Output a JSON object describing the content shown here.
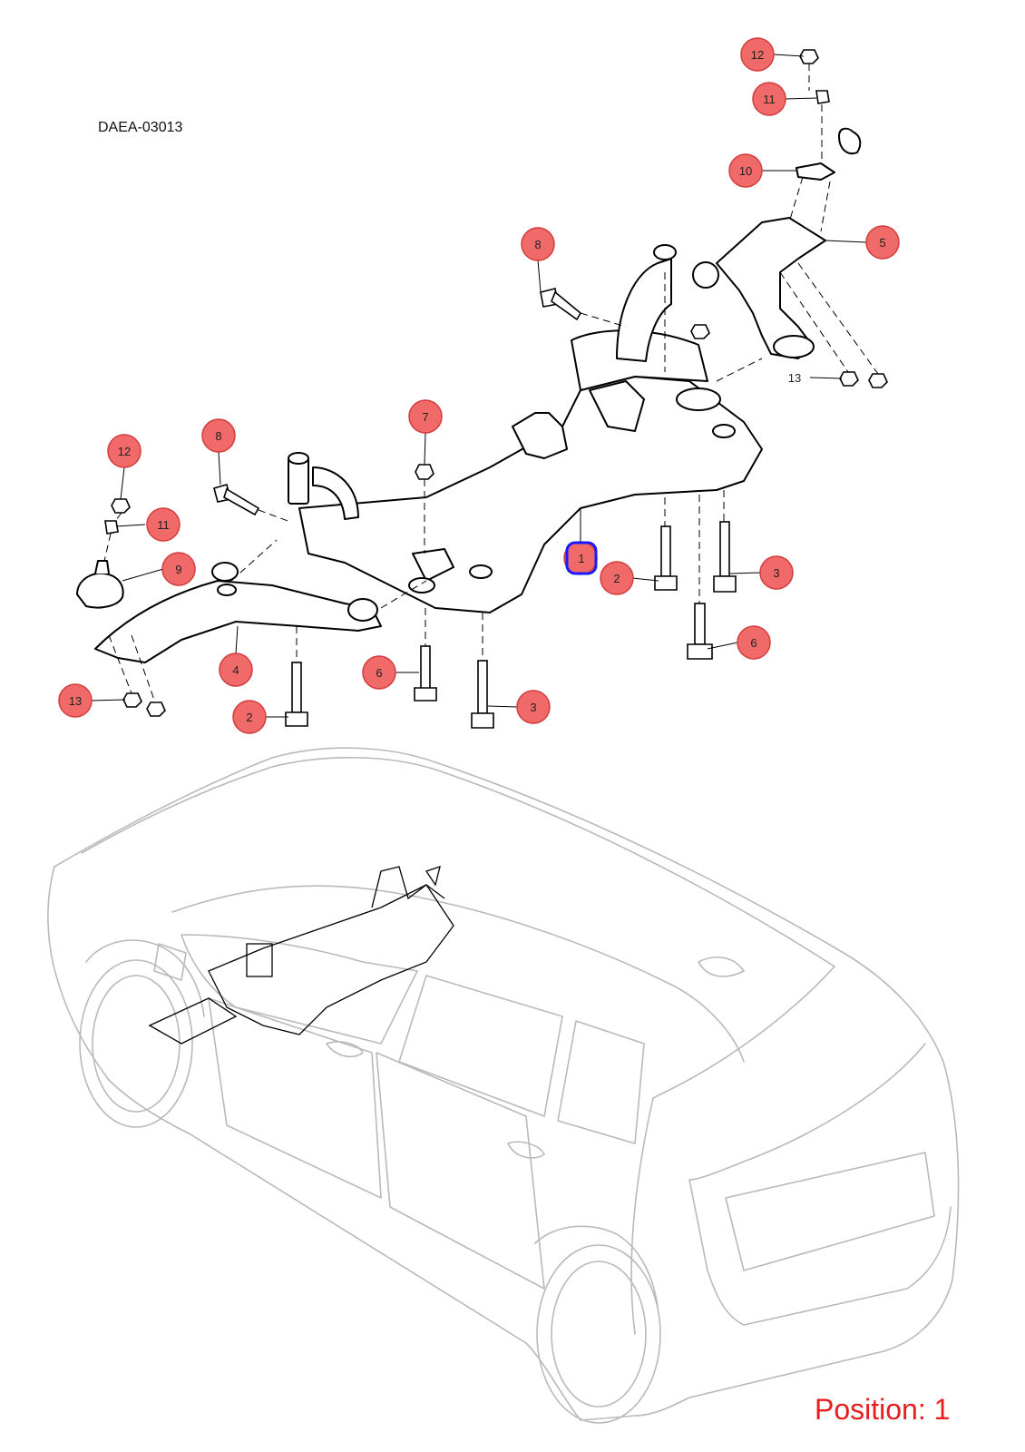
{
  "diagram_code": "DAEA-03013",
  "position_label": "Position: 1",
  "colors": {
    "callout_fill": "#f06a6a",
    "callout_stroke": "#d23c3c",
    "selected_stroke": "#1a1aff",
    "position_text": "#e61e1e",
    "car_outline": "#b9b9b9"
  },
  "callouts": [
    {
      "id": "c12a",
      "label": "12"
    },
    {
      "id": "c11a",
      "label": "11"
    },
    {
      "id": "c10",
      "label": "10"
    },
    {
      "id": "c5",
      "label": "5"
    },
    {
      "id": "c8a",
      "label": "8"
    },
    {
      "id": "c13a",
      "label": "13"
    },
    {
      "id": "c7",
      "label": "7"
    },
    {
      "id": "c8b",
      "label": "8"
    },
    {
      "id": "c12b",
      "label": "12"
    },
    {
      "id": "c11b",
      "label": "11"
    },
    {
      "id": "c9",
      "label": "9"
    },
    {
      "id": "c1",
      "label": "1"
    },
    {
      "id": "c2a",
      "label": "2"
    },
    {
      "id": "c3a",
      "label": "3"
    },
    {
      "id": "c6a",
      "label": "6"
    },
    {
      "id": "c4",
      "label": "4"
    },
    {
      "id": "c6b",
      "label": "6"
    },
    {
      "id": "c3b",
      "label": "3"
    },
    {
      "id": "c13b",
      "label": "13"
    },
    {
      "id": "c2b",
      "label": "2"
    }
  ]
}
